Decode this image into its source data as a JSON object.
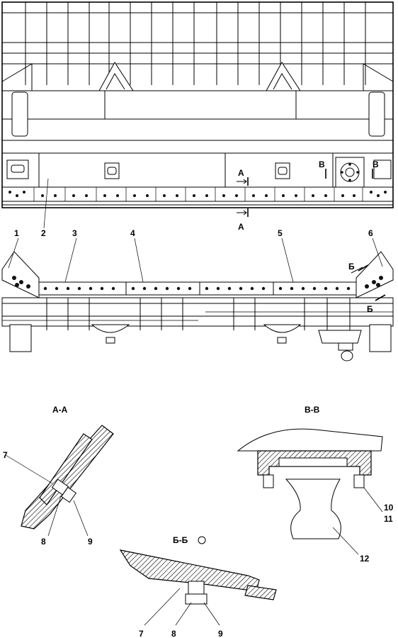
{
  "drawing": {
    "part_labels": [
      "1",
      "2",
      "3",
      "4",
      "5",
      "6",
      "7",
      "8",
      "9",
      "10",
      "11",
      "12"
    ],
    "section_marks": {
      "a": "А",
      "b": "Б",
      "v": "В"
    },
    "section_titles": {
      "aa": "А-А",
      "bb": "Б-Б",
      "vv": "В-В"
    },
    "detail_labels": {
      "aa": [
        "7",
        "8",
        "9"
      ],
      "bb": [
        "7",
        "8",
        "9"
      ],
      "vv": [
        "10",
        "11",
        "12"
      ]
    }
  }
}
